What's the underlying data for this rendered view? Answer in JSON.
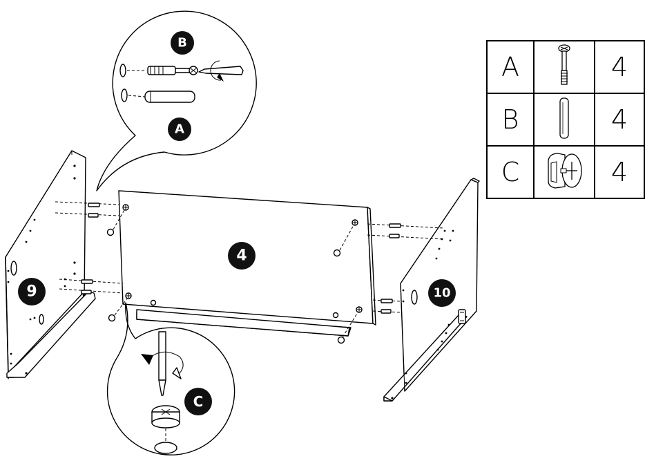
{
  "panels": {
    "left_side": "9",
    "back": "4",
    "right_side": "10"
  },
  "callouts": {
    "dowel": "A",
    "screw": "B",
    "cam_lock": "C"
  },
  "parts": [
    {
      "letter": "A",
      "icon": "cam-screw-icon",
      "qty": "4"
    },
    {
      "letter": "B",
      "icon": "wood-dowel-icon",
      "qty": "4"
    },
    {
      "letter": "C",
      "icon": "cam-lock-icon",
      "qty": "4"
    }
  ]
}
